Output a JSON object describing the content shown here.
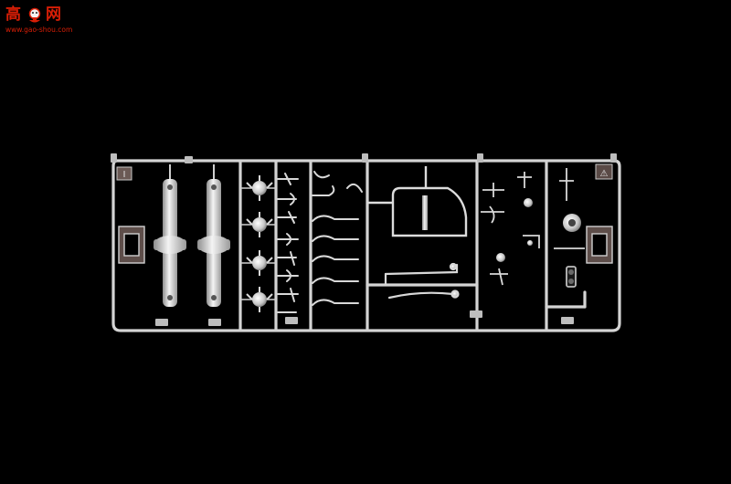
{
  "watermark": {
    "char_left": "高",
    "char_right": "网",
    "url": "www.gao-shou.com",
    "color": "#d81e06"
  },
  "scene": {
    "background": "#000000",
    "frame_color": "#d6d6d6",
    "tab_color": "#6b5a55",
    "tab_marks": [
      "I",
      "⚠"
    ]
  }
}
